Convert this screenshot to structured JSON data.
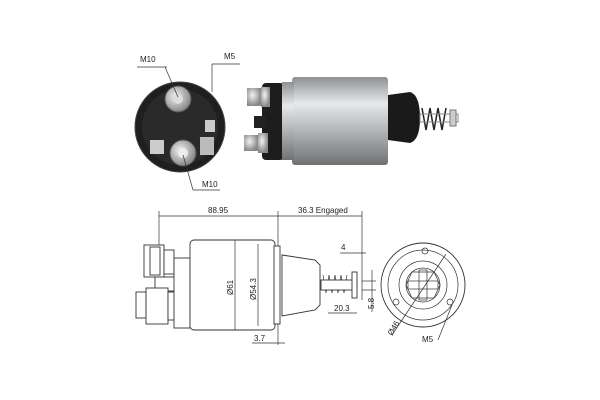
{
  "photo_end_view": {
    "labels": {
      "terminal_top": "M10",
      "terminal_small": "M5",
      "terminal_bottom": "M10"
    }
  },
  "drawing": {
    "dimensions": {
      "overall_length": "88.95",
      "engaged_stroke": "36.3 Engaged",
      "body_diameter": "Ø61",
      "inner_diameter": "Ø54.3",
      "plunger_gap": "4",
      "plunger_height": "5.8",
      "spring_length": "20.3",
      "flange_thickness": "3.7",
      "flange_diameter": "Ø46",
      "mount_thread": "M5"
    }
  },
  "colors": {
    "metal": "#b9bcbf",
    "dark": "#1c1c1c",
    "line": "#333333"
  }
}
